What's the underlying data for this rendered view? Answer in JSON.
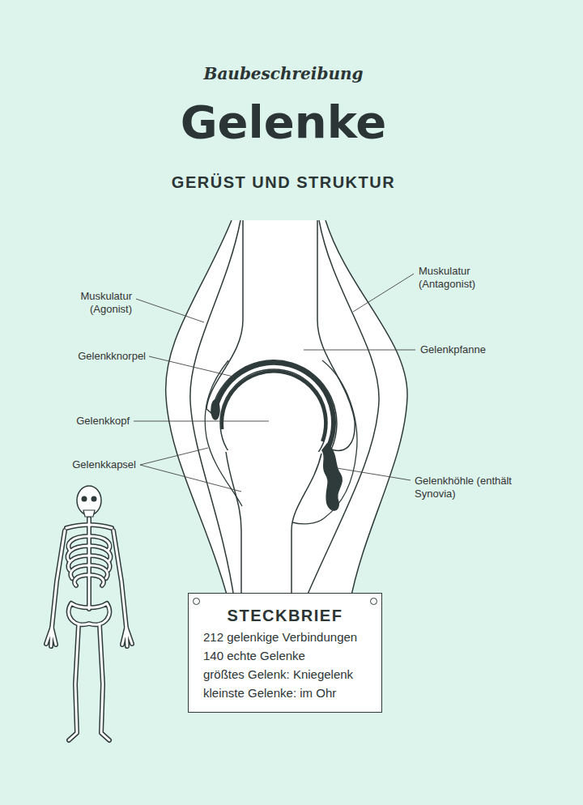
{
  "diagram": {
    "title": "Gelenke",
    "nodes": [
      {
        "text": [
          "STECKBRIEF",
          "212 gelenkige Verbindungen",
          "140 echte Gelenke",
          "größtes Gelenk: Kniegelenk",
          "kleinste Gelenke: im Ohr"
        ]
      }
    ],
    "labels": [
      "Baubeschreibung",
      "GERÜST UND STRUKTUR",
      "Muskulatur (Agonist)",
      "Muskulatur (Antagonist)",
      "Gelenkknorpel",
      "Gelenkpfanne",
      "Gelenkkopf",
      "Gelenkkapsel",
      "Gelenkhöhle (enthält Synovia)"
    ]
  }
}
